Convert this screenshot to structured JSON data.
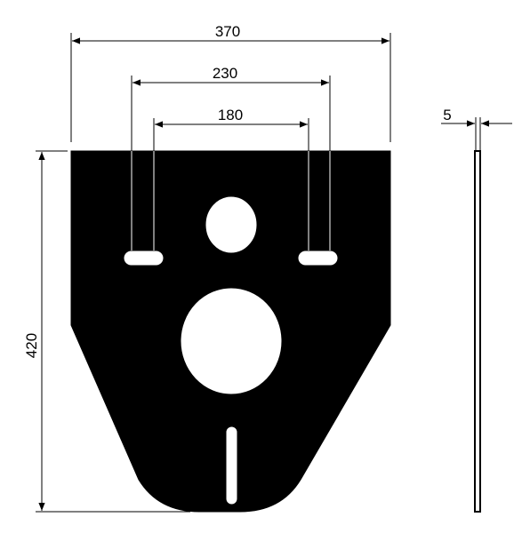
{
  "dimensions": {
    "overall_width": "370",
    "outer_hole_spacing": "230",
    "inner_hole_spacing": "180",
    "slot_height": "20",
    "overall_height": "420",
    "thickness": "5",
    "bottom_slot_width": "10"
  },
  "colors": {
    "line": "#000000",
    "plate_fill": "#000000",
    "hole_fill": "#ffffff",
    "background": "#ffffff"
  }
}
